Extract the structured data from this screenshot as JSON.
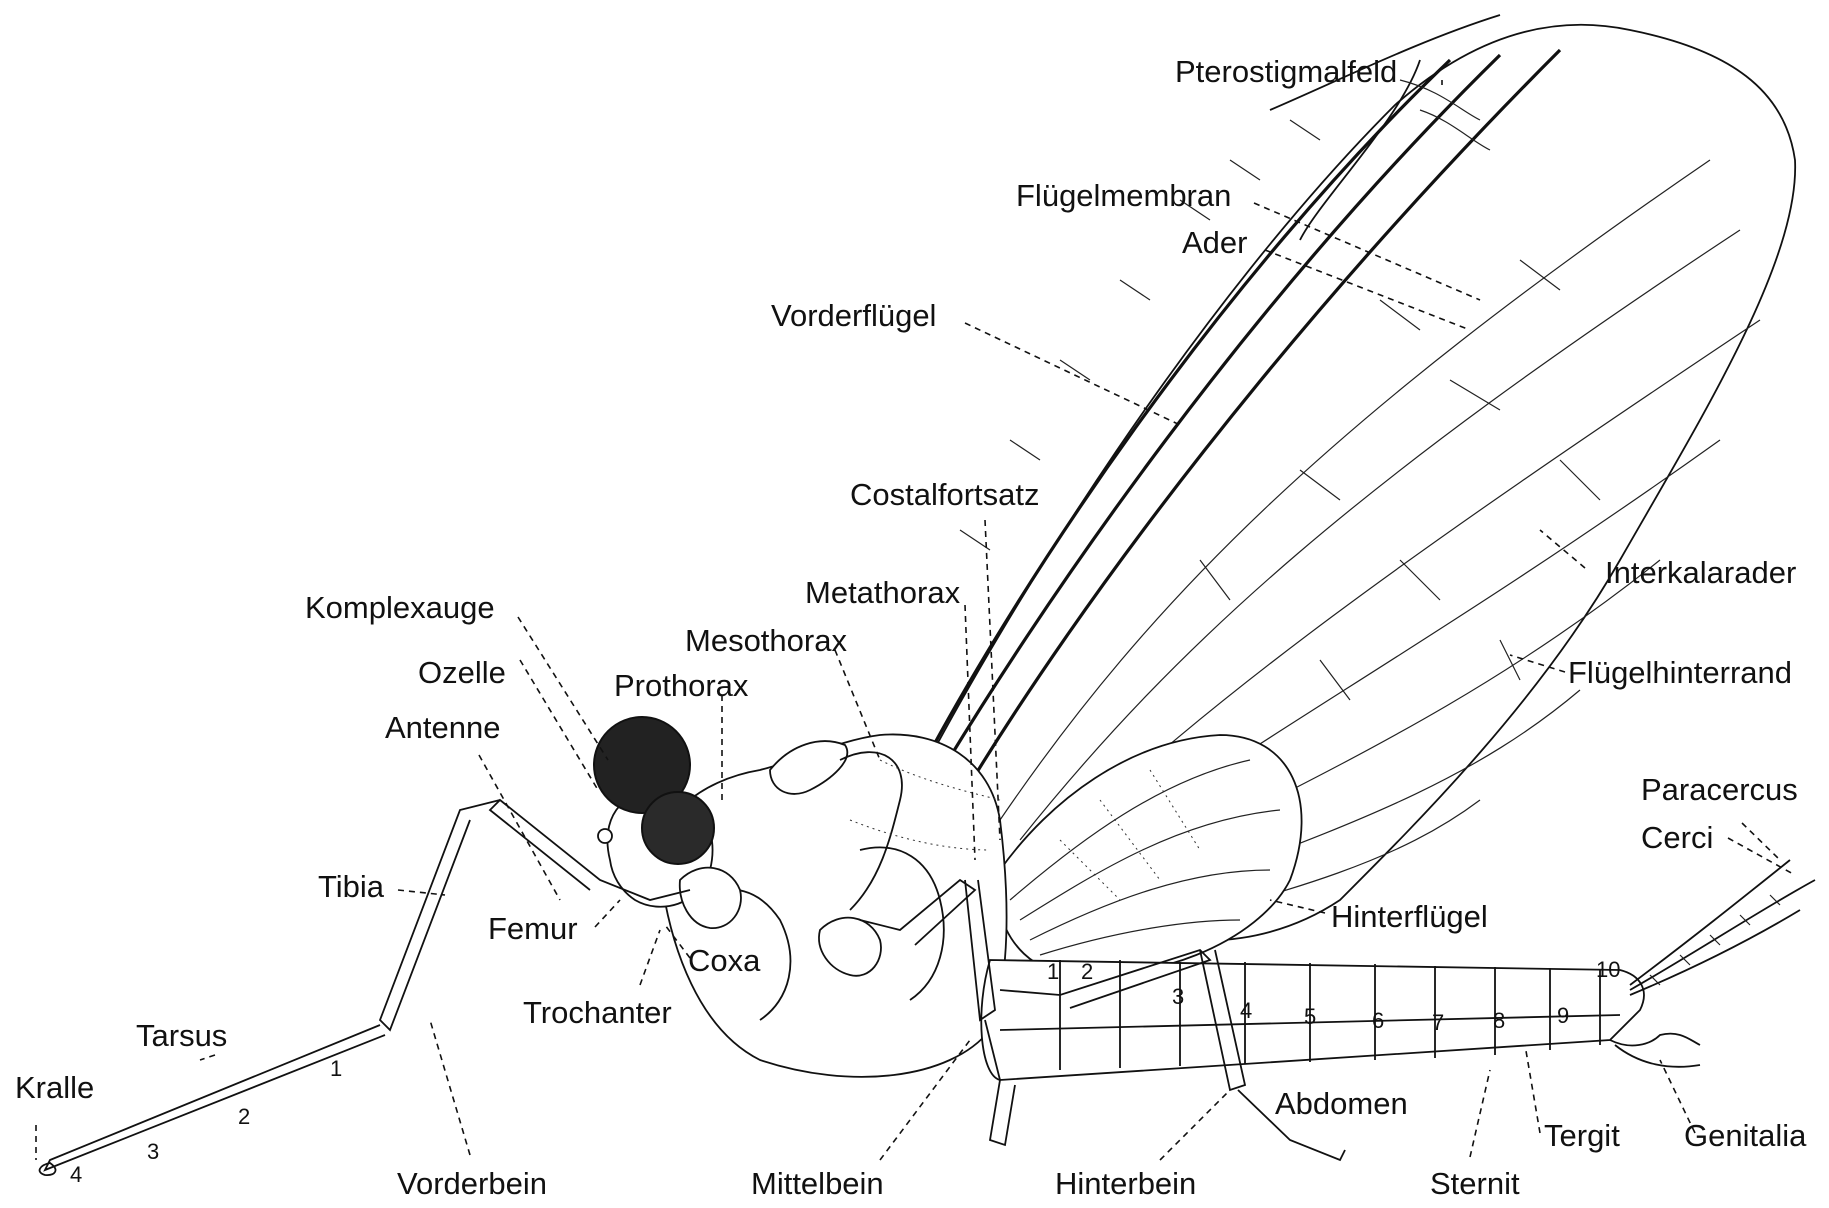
{
  "labels": {
    "pterostigmalfeld": "Pterostigmalfeld",
    "fluegelmembran": "Flügelmembran",
    "ader": "Ader",
    "vorderfluegel": "Vorderflügel",
    "costalfortsatz": "Costalfortsatz",
    "interkalarader": "Interkalarader",
    "metathorax": "Metathorax",
    "komplexauge": "Komplexauge",
    "mesothorax": "Mesothorax",
    "ozelle": "Ozelle",
    "prothorax": "Prothorax",
    "fluegelhinterrand": "Flügelhinterrand",
    "antenne": "Antenne",
    "paracercus": "Paracercus",
    "cerci": "Cerci",
    "tibia": "Tibia",
    "hinterfluegel": "Hinterflügel",
    "femur": "Femur",
    "coxa": "Coxa",
    "trochanter": "Trochanter",
    "tarsus": "Tarsus",
    "kralle": "Kralle",
    "abdomen": "Abdomen",
    "tergit": "Tergit",
    "genitalia": "Genitalia",
    "vorderbein": "Vorderbein",
    "mittelbein": "Mittelbein",
    "hinterbein": "Hinterbein",
    "sternit": "Sternit"
  },
  "segment_numbers": [
    "1",
    "2",
    "3",
    "4",
    "5",
    "6",
    "7",
    "8",
    "9",
    "10"
  ],
  "tarsus_numbers": [
    "1",
    "2",
    "3",
    "4"
  ]
}
